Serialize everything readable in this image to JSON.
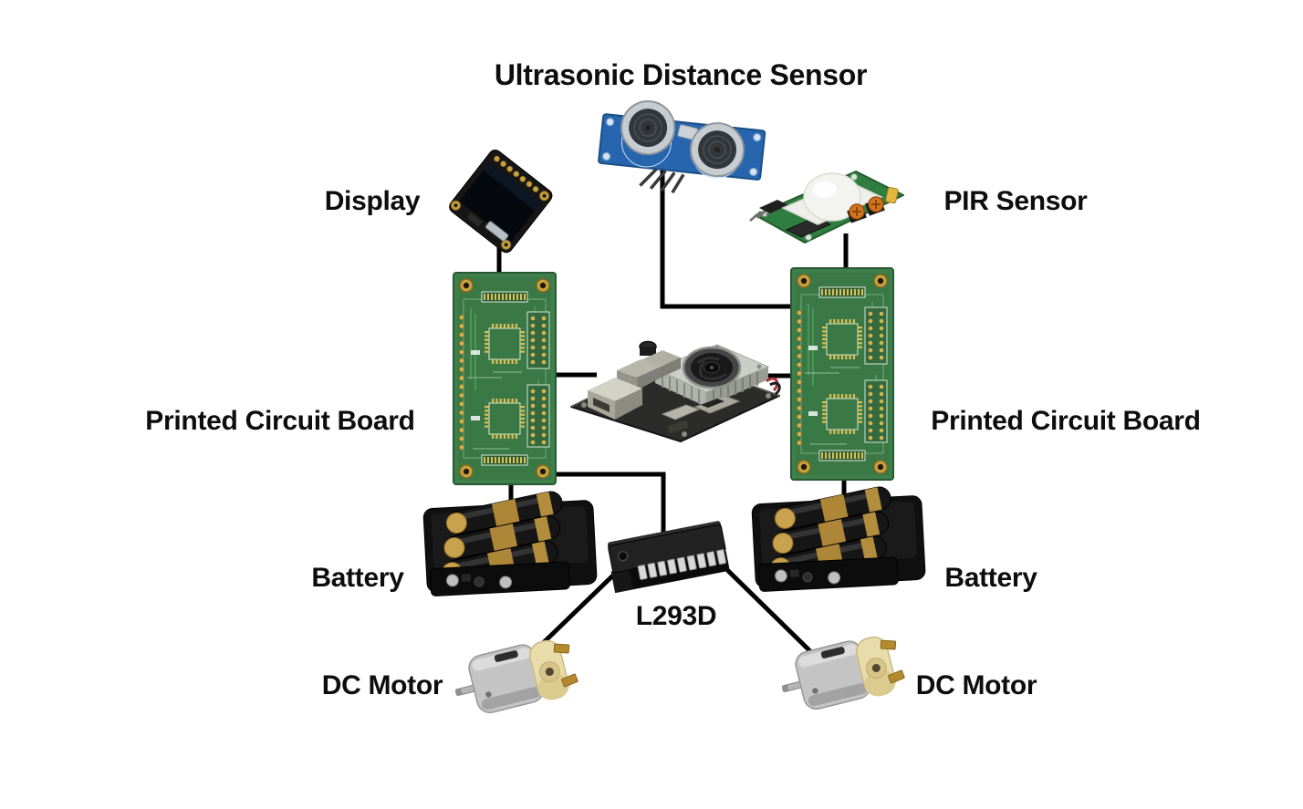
{
  "diagram_type": "hardware-wiring-diagram",
  "labels": {
    "ultrasonic": "Ultrasonic Distance Sensor",
    "display": "Display",
    "pir": "PIR Sensor",
    "pcb_left": "Printed Circuit Board",
    "pcb_right": "Printed Circuit Board",
    "battery_left": "Battery",
    "battery_right": "Battery",
    "l293d": "L293D",
    "motor_left": "DC Motor",
    "motor_right": "DC Motor"
  },
  "component_images": {
    "ultrasonic": "hc-sr04-ultrasonic-module-photo",
    "display": "oled-display-module-photo",
    "pir": "pir-motion-sensor-module-photo",
    "pcb_left": "bare-green-pcb-photo",
    "pcb_right": "bare-green-pcb-photo",
    "sbc": "single-board-computer-with-heatsink-fan-photo",
    "battery_left": "aa-battery-holder-photo",
    "battery_right": "aa-battery-holder-photo",
    "l293d": "l293d-dip-chip-photo",
    "motor_left": "dc-motor-photo",
    "motor_right": "dc-motor-photo"
  },
  "connections": [
    {
      "from": "display",
      "to": "pcb_left"
    },
    {
      "from": "ultrasonic",
      "to": "pcb_right"
    },
    {
      "from": "pir",
      "to": "pcb_right"
    },
    {
      "from": "pcb_left",
      "to": "sbc"
    },
    {
      "from": "sbc",
      "to": "pcb_right"
    },
    {
      "from": "pcb_left",
      "to": "battery_left"
    },
    {
      "from": "pcb_left",
      "to": "l293d"
    },
    {
      "from": "pcb_right",
      "to": "battery_right"
    },
    {
      "from": "l293d",
      "to": "motor_left"
    },
    {
      "from": "l293d",
      "to": "motor_right"
    }
  ],
  "colors": {
    "background": "#ffffff",
    "connector_line": "#000000",
    "label_text": "#0d0d0d",
    "pcb_green": "#3e7f4a",
    "ultrasonic_blue": "#2766ae",
    "pir_green": "#2f7d3f",
    "battery_black": "#131313",
    "battery_gold": "#c8a24c",
    "chip_black": "#1e1e1e",
    "pin_silver": "#d8d8d8",
    "motor_silver": "#c4c4c4",
    "motor_cap_cream": "#e9dcab",
    "heatsink_silver": "#cbcdc7"
  }
}
